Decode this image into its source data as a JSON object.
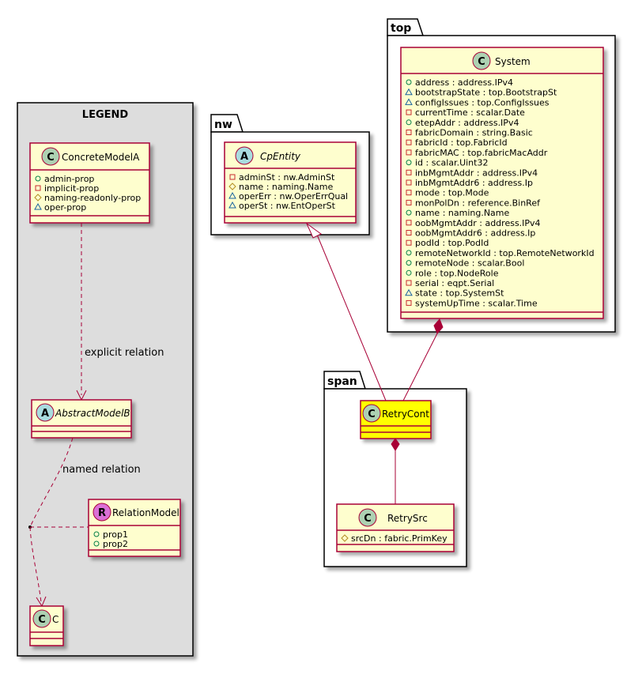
{
  "legend": {
    "title": "LEGEND",
    "concrete": {
      "name": "ConcreteModelA",
      "stereotype": "C",
      "attrs": [
        {
          "vis": "+",
          "text": "admin-prop"
        },
        {
          "vis": "-",
          "text": "implicit-prop"
        },
        {
          "vis": "#",
          "text": "naming-readonly-prop"
        },
        {
          "vis": "~",
          "text": "oper-prop"
        }
      ]
    },
    "abstract": {
      "name": "AbstractModelB",
      "stereotype": "A"
    },
    "relation": {
      "name": "RelationModel",
      "stereotype": "R",
      "attrs": [
        {
          "vis": "+",
          "text": "prop1"
        },
        {
          "vis": "+",
          "text": "prop2"
        }
      ]
    },
    "c": {
      "name": "C",
      "stereotype": "C"
    },
    "explicit_label": "explicit relation",
    "named_label": "named relation"
  },
  "nw": {
    "title": "nw",
    "cls": {
      "name": "CpEntity",
      "stereotype": "A",
      "attrs": [
        {
          "vis": "-",
          "text": "adminSt : nw.AdminSt"
        },
        {
          "vis": "#",
          "text": "name : naming.Name"
        },
        {
          "vis": "~",
          "text": "operErr : nw.OperErrQual"
        },
        {
          "vis": "~",
          "text": "operSt : nw.EntOperSt"
        }
      ]
    }
  },
  "top": {
    "title": "top",
    "cls": {
      "name": "System",
      "stereotype": "C",
      "attrs": [
        {
          "vis": "+",
          "text": "address : address.IPv4"
        },
        {
          "vis": "~",
          "text": "bootstrapState : top.BootstrapSt"
        },
        {
          "vis": "~",
          "text": "configIssues : top.ConfigIssues"
        },
        {
          "vis": "-",
          "text": "currentTime : scalar.Date"
        },
        {
          "vis": "+",
          "text": "etepAddr : address.IPv4"
        },
        {
          "vis": "-",
          "text": "fabricDomain : string.Basic"
        },
        {
          "vis": "-",
          "text": "fabricId : top.FabricId"
        },
        {
          "vis": "-",
          "text": "fabricMAC : top.fabricMacAddr"
        },
        {
          "vis": "+",
          "text": "id : scalar.Uint32"
        },
        {
          "vis": "-",
          "text": "inbMgmtAddr : address.IPv4"
        },
        {
          "vis": "-",
          "text": "inbMgmtAddr6 : address.Ip"
        },
        {
          "vis": "-",
          "text": "mode : top.Mode"
        },
        {
          "vis": "-",
          "text": "monPolDn : reference.BinRef"
        },
        {
          "vis": "+",
          "text": "name : naming.Name"
        },
        {
          "vis": "-",
          "text": "oobMgmtAddr : address.IPv4"
        },
        {
          "vis": "-",
          "text": "oobMgmtAddr6 : address.Ip"
        },
        {
          "vis": "-",
          "text": "podId : top.PodId"
        },
        {
          "vis": "+",
          "text": "remoteNetworkId : top.RemoteNetworkId"
        },
        {
          "vis": "+",
          "text": "remoteNode : scalar.Bool"
        },
        {
          "vis": "+",
          "text": "role : top.NodeRole"
        },
        {
          "vis": "-",
          "text": "serial : eqpt.Serial"
        },
        {
          "vis": "~",
          "text": "state : top.SystemSt"
        },
        {
          "vis": "-",
          "text": "systemUpTime : scalar.Time"
        }
      ]
    }
  },
  "span": {
    "title": "span",
    "retrycont": {
      "name": "RetryCont",
      "stereotype": "C"
    },
    "retrysrc": {
      "name": "RetrySrc",
      "stereotype": "C",
      "attrs": [
        {
          "vis": "#",
          "text": "srcDn : fabric.PrimKey"
        }
      ]
    }
  },
  "colors": {
    "class_fill": "#FEFECE",
    "class_border": "#A80036",
    "highlight_fill": "#FFFF00",
    "legend_fill": "#DDDDDD",
    "circle_c": "#ADD1B2",
    "circle_a": "#A9DCDF",
    "circle_r": "#DA70D6",
    "line": "#A80036"
  }
}
